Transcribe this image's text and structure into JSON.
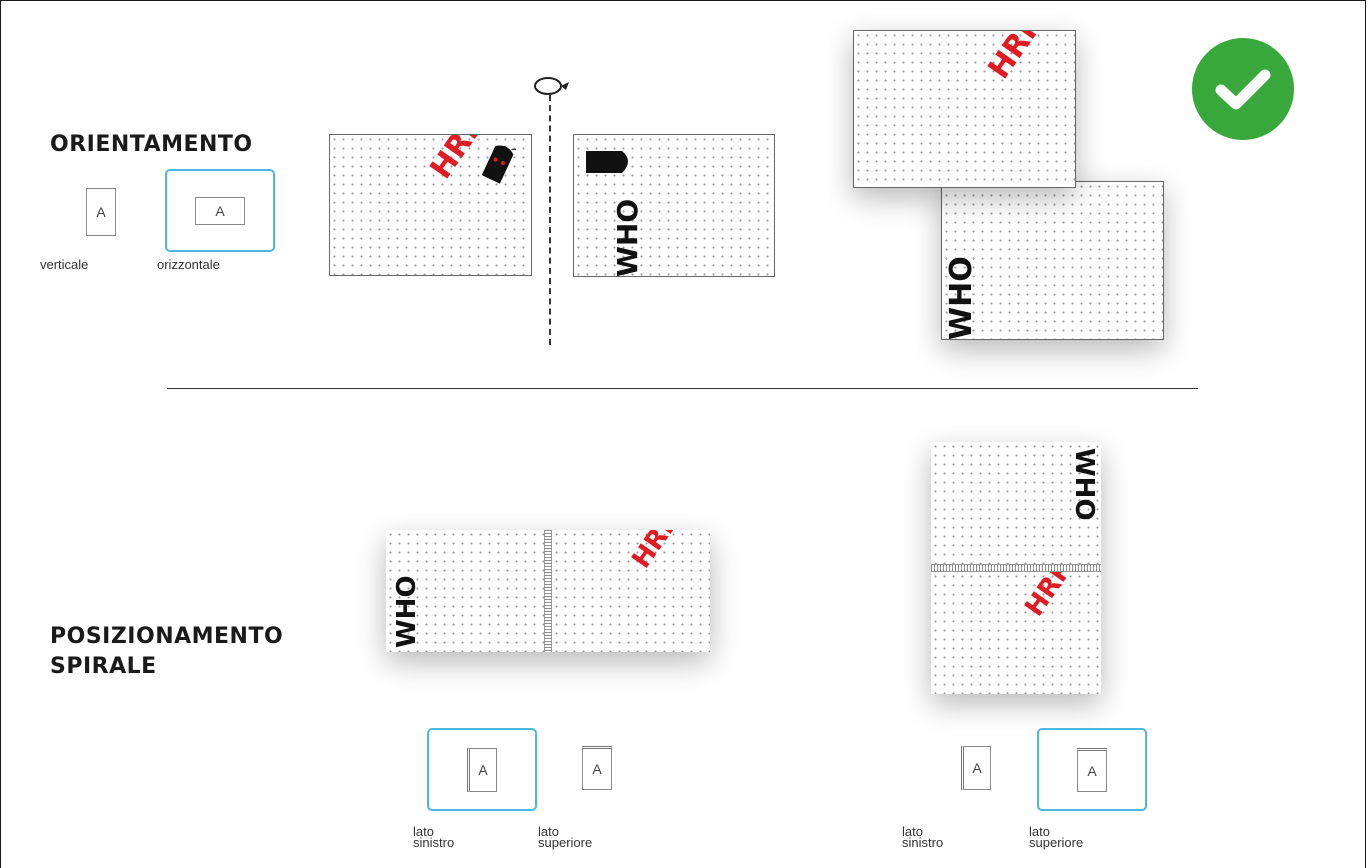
{
  "orientation": {
    "title": "ORIENTAMENTO",
    "options": [
      {
        "label": "verticale",
        "letter": "A",
        "selected": false
      },
      {
        "label": "orizzontale",
        "letter": "A",
        "selected": true
      }
    ]
  },
  "spiral": {
    "title": "POSIZIONAMENTO\nSPIRALE",
    "left_group": [
      {
        "label": "lato\nsinistro",
        "letter": "A",
        "selected": true
      },
      {
        "label": "lato\nsuperiore",
        "letter": "A",
        "selected": false
      }
    ],
    "right_group": [
      {
        "label": "lato\nsinistro",
        "letter": "A",
        "selected": false
      },
      {
        "label": "lato\nsuperiore",
        "letter": "A",
        "selected": true
      }
    ]
  },
  "artwork": {
    "front_text": "HRRR",
    "back_text": "WHO"
  },
  "icons": [
    "rotate-icon",
    "checkmark-icon",
    "portrait-page-icon",
    "landscape-page-icon",
    "spiral-left-page-icon",
    "spiral-top-page-icon"
  ],
  "colors": {
    "accent": "#4db6e2",
    "check": "#39a83c",
    "artwork_red": "#e01b22"
  }
}
